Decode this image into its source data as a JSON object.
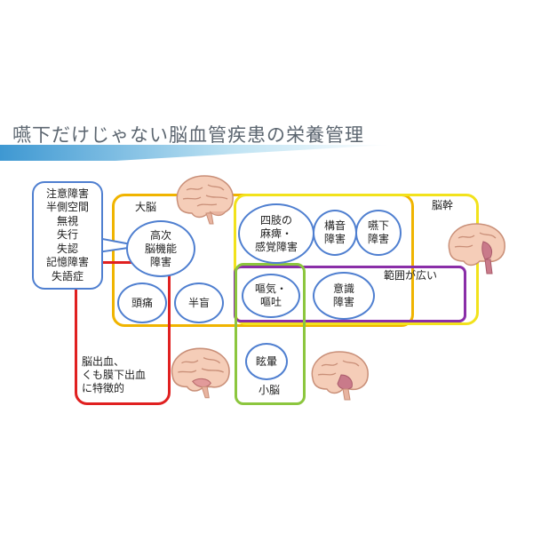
{
  "title": "嚥下だけじゃない脳血管疾患の栄養管理",
  "regions": {
    "cerebrum": "大脳",
    "brainstem": "脳幹",
    "cerebellum": "小脳",
    "wide_range": "範囲が広い"
  },
  "callout_items": [
    "注意障害",
    "半側空間",
    "無視",
    "失行",
    "失認",
    "記憶障害",
    "失語症"
  ],
  "circles": {
    "higher": [
      "高次",
      "脳機能",
      "障害"
    ],
    "limbs": [
      "四肢の",
      "麻痺・",
      "感覚障害"
    ],
    "dysarthria": [
      "構音",
      "障害"
    ],
    "swallow": [
      "嚥下",
      "障害"
    ],
    "headache": [
      "頭痛"
    ],
    "hemianopia": [
      "半盲"
    ],
    "nausea": [
      "嘔気・",
      "嘔吐"
    ],
    "consciousness": [
      "意識",
      "障害"
    ],
    "dizziness": [
      "眩暈"
    ]
  },
  "hemorrhage_note": [
    "脳出血、",
    "くも膜下出血",
    "に特徴的"
  ],
  "colors": {
    "cerebrum_box": "#f0b400",
    "brainstem_box": "#f2e21c",
    "wide_box": "#8a2ea8",
    "cerebellum_box": "#8cc63e",
    "hemorrhage_box": "#e02020",
    "circle_border": "#4f7fd0",
    "title_bar": "#4aa3d6"
  },
  "icons": [
    "brain-lateral-icon",
    "brain-sagittal-icon"
  ]
}
